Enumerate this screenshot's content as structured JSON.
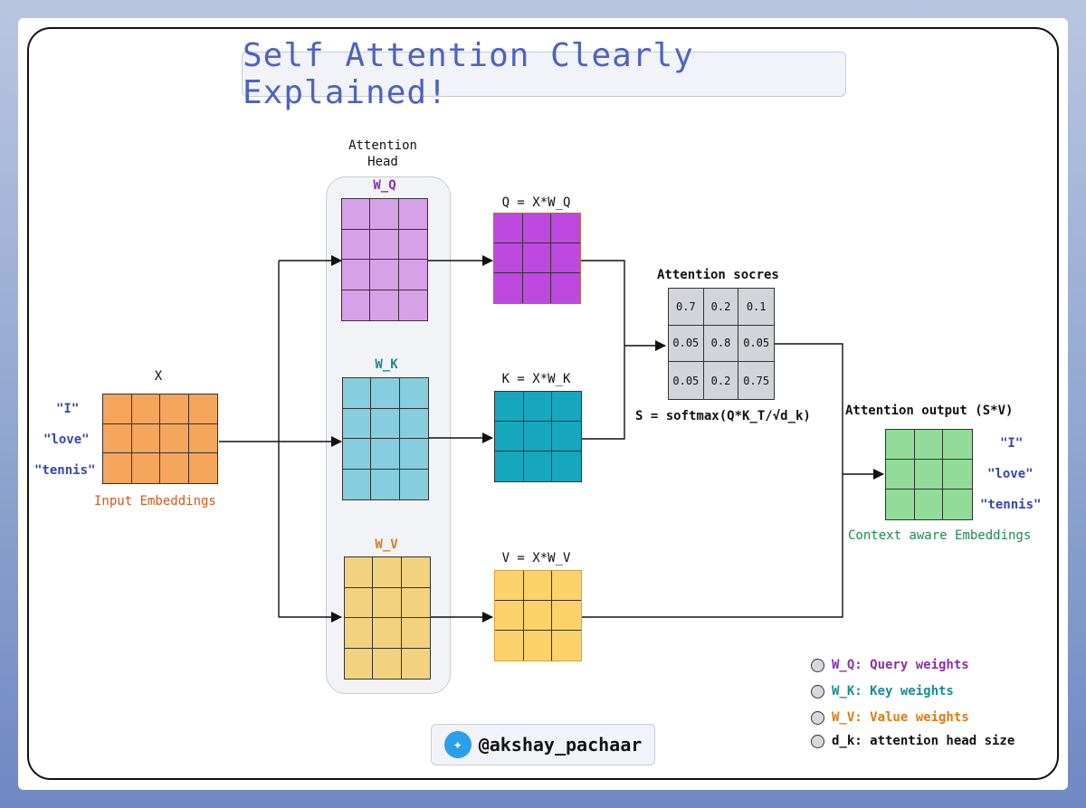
{
  "title": "Self Attention Clearly Explained!",
  "attention_head_label": "Attention\nHead",
  "input": {
    "label": "X",
    "words": [
      "\"I\"",
      "\"love\"",
      "\"tennis\""
    ],
    "caption": "Input Embeddings"
  },
  "weights": {
    "wq": "W_Q",
    "wk": "W_K",
    "wv": "W_V"
  },
  "products": {
    "q": "Q = X*W_Q",
    "k": "K = X*W_K",
    "v": "V = X*W_V"
  },
  "scores": {
    "label": "Attention socres",
    "values": [
      [
        "0.7",
        "0.2",
        "0.1"
      ],
      [
        "0.05",
        "0.8",
        "0.05"
      ],
      [
        "0.05",
        "0.2",
        "0.75"
      ]
    ],
    "formula": "S = softmax(Q*K_T/√d_k)"
  },
  "output": {
    "label": "Attention output (S*V)",
    "words": [
      "\"I\"",
      "\"love\"",
      "\"tennis\""
    ],
    "caption": "Context aware Embeddings"
  },
  "legend": [
    {
      "text": "W_Q: Query weights",
      "color": "#8a2fa6"
    },
    {
      "text": "W_K: Key weights",
      "color": "#178c98"
    },
    {
      "text": "W_V: Value weights",
      "color": "#e07a12"
    },
    {
      "text": "d_k: attention head size",
      "color": "#111111"
    }
  ],
  "handle": "@akshay_pachaar",
  "colors": {
    "title": "#4c63c2",
    "input_fill": "#f6a55c",
    "wq_fill": "#d7a1e7",
    "wk_fill": "#86cede",
    "wv_fill": "#f2d27f",
    "q_fill": "#be49e0",
    "k_fill": "#17a7bf",
    "v_fill": "#fbd36a",
    "out_fill": "#90dc98",
    "caption_orange": "#d4581a",
    "caption_green": "#1c8a50"
  }
}
